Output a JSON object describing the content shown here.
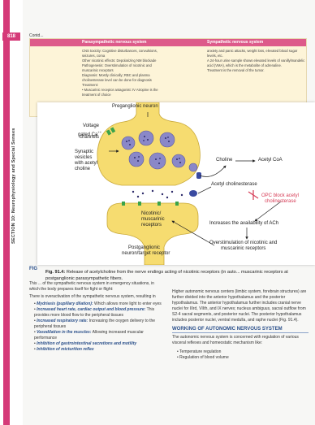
{
  "sidebar": {
    "page_number": "818",
    "section_label": "SECTION 10: Neurophysiology and Special Senses"
  },
  "table": {
    "contd": "Contd...",
    "headers": [
      "",
      "Parasympathetic nervous system",
      "Sympathetic nervous system"
    ],
    "col1": [
      "CNS toxicity: Cognitive disturbances, convulsions,",
      "seizures, coma",
      "Other nicotinic effects: Depolarizing NM blockade",
      "Pathogenesis: Overstimulation of nicotinic and",
      "muscarinic receptors",
      "Diagnosis: Mostly clinically; RBC and plasma",
      "cholinesterase level can be done for diagnosis",
      "Treatment:",
      "• Muscarinic receptor antagonist: IV Atropine is the",
      "  treatment of choice"
    ],
    "col2": [
      "anxiety and panic attacks, weight loss, elevated blood sugar",
      "levels, etc.",
      "A 24-hour urine sample shows elevated levels of vanillylmandelic",
      "acid (VMA), which is the metabolite of adrenaline.",
      "Treatment is the removal of the tumor."
    ]
  },
  "figure": {
    "labels": {
      "preganglionic": "Preganglionic neuron",
      "voltage": "Voltage",
      "gated": "gated Ca",
      "channels": "channels",
      "synaptic1": "Synaptic",
      "synaptic2": "vesicles",
      "synaptic3": "with acetyl",
      "synaptic4": "choline",
      "choline": "Choline",
      "acetyl_coa": "Acetyl CoA",
      "acetyl_cholinesterase": "Acetyl cholinesterase",
      "opc1": "OPC block acetyl",
      "opc2": "cholinesterase",
      "increases": "Increases the availability of ACh",
      "over1": "Overstimulation of nicotinic and",
      "over2": "muscarinic receptors",
      "nicotinic1": "Nicotinic/",
      "nicotinic2": "muscarinic",
      "nicotinic3": "receptors",
      "post1": "Postganglionic",
      "post2": "neuron/target receptor"
    },
    "colors": {
      "vesicle": "#8a88c8",
      "neuron": "#f6dc70",
      "opc": "#d63b55",
      "arrow": "#222222"
    },
    "caption_bold": "Fig. 91.4:",
    "caption_text": "Release of acetylcholine from the nerve endings acting of nicotinic receptors (in auto... muscarinic receptors at postganglionic parasympathetic fibers."
  },
  "lower": {
    "left_heading": "FIG",
    "left_intro": "This ... of the sympathetic nervous system in emergency situations, in which the body prepares itself for fight or flight:",
    "left_p2": "There is overactivation of the sympathetic nervous system, resulting in",
    "left_items": [
      {
        "bold": "Mydriasis (pupillary dilation):",
        "text": "Which allows more light to enter eyes"
      },
      {
        "bold": "Increased heart rate, cardiac output and blood pressure:",
        "text": "This provides more blood flow to the peripheral tissues"
      },
      {
        "bold": "Increased respiratory rate:",
        "text": "Increasing the oxygen delivery to the peripheral tissues"
      },
      {
        "bold": "Vasodilation in the muscles:",
        "text": "Allowing increased muscular performance"
      },
      {
        "bold": "Inhibition of gastrointestinal secretions and motility",
        "text": ""
      },
      {
        "bold": "Inhibition of micturition reflex",
        "text": ""
      }
    ],
    "right_p1": "Higher autonomic nervous centers (limbic system, forebrain structures) are further divided into the anterior hypothalamus and the posterior hypothalamus. The anterior hypothalamus further includes cranial nerve nuclei for IIIrd, VIIth, and IX nerves; nucleus ambiguus, sacral outflow from S2-4 sacral segments, and posterior nuclei. The posterior hypothalamus includes posterior nuclei, ventral medulla, and raphe nuclei (Fig. 91.4).",
    "right_heading": "WORKING OF AUTONOMIC NERVOUS SYSTEM",
    "right_p2": "The autonomic nervous system is concerned with regulation of various visceral reflexes and homeostatic mechanism like:",
    "right_items": [
      "• Temperature regulation",
      "• Regulation of blood volume"
    ]
  }
}
